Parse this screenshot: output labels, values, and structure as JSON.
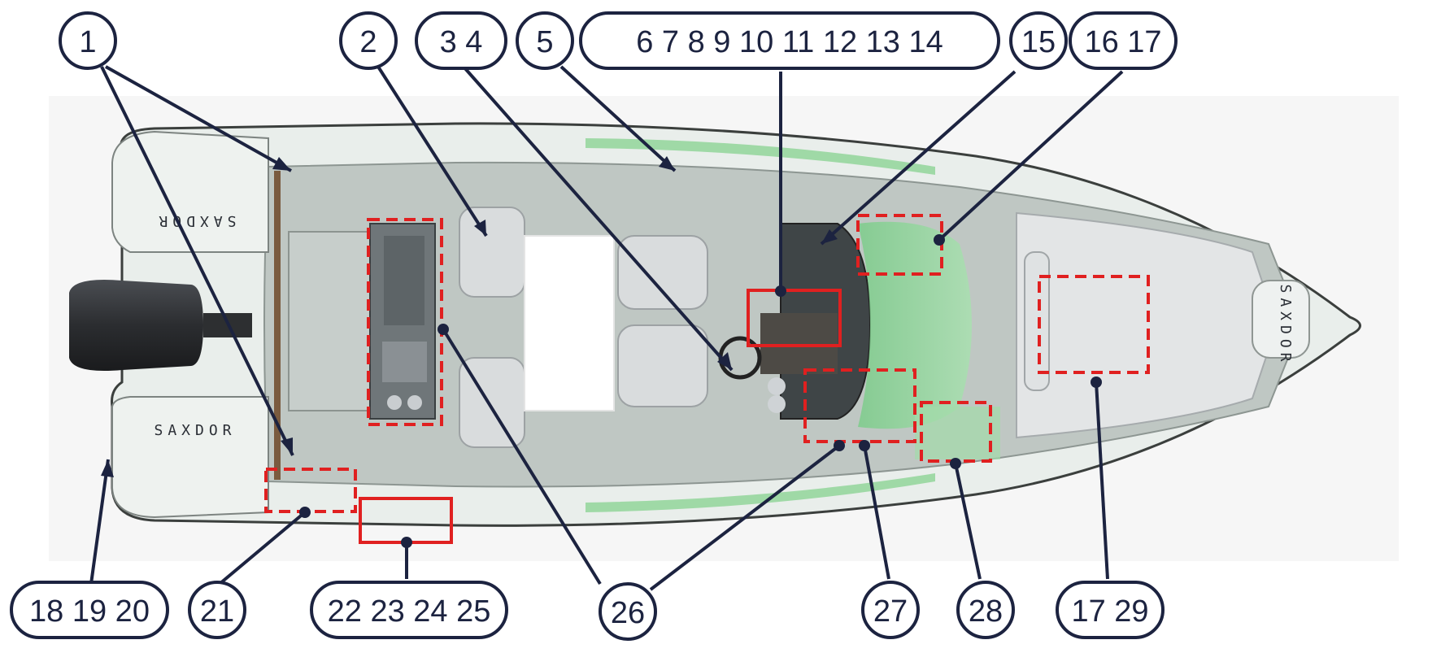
{
  "brand": {
    "hull_text_port": "SAXDOR",
    "hull_text_starboard": "SAXDOR",
    "bow_text": "SAXDOR"
  },
  "callouts": {
    "c1": "1",
    "c2": "2",
    "c3_4": "3  4",
    "c5": "5",
    "c6_14": "6  7  8  9  10  11  12  13  14",
    "c15": "15",
    "c16_17": "16 17",
    "c18_20": "18 19  20",
    "c21": "21",
    "c22_25": "22 23  24 25",
    "c26": "26",
    "c27": "27",
    "c28": "28",
    "c17_29": "17 29"
  },
  "colors": {
    "callout_navy": "#1c2340",
    "highlight_red": "#e02020",
    "hull_white": "#eef2ef",
    "deck_grey": "#b9c1be",
    "glass_green": "#8fd49a",
    "engine_black": "#2b2d30"
  }
}
